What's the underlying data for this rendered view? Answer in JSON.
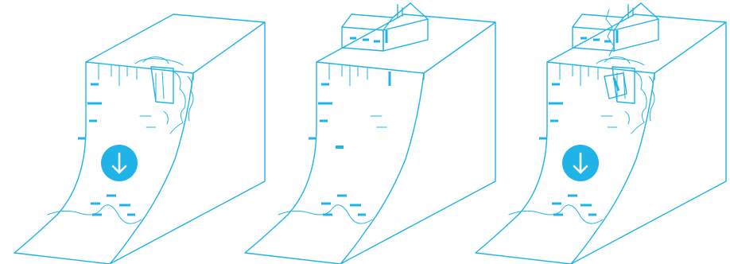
{
  "figure": {
    "panels": [
      {
        "id": "panel-1",
        "has_house": false,
        "has_down_arrow": true,
        "collapse": true
      },
      {
        "id": "panel-2",
        "has_house": true,
        "has_down_arrow": false,
        "collapse": false
      },
      {
        "id": "panel-3",
        "has_house": true,
        "has_down_arrow": true,
        "collapse": true
      }
    ],
    "accent_color": "#1fb3e8",
    "background_color": "#ffffff"
  }
}
